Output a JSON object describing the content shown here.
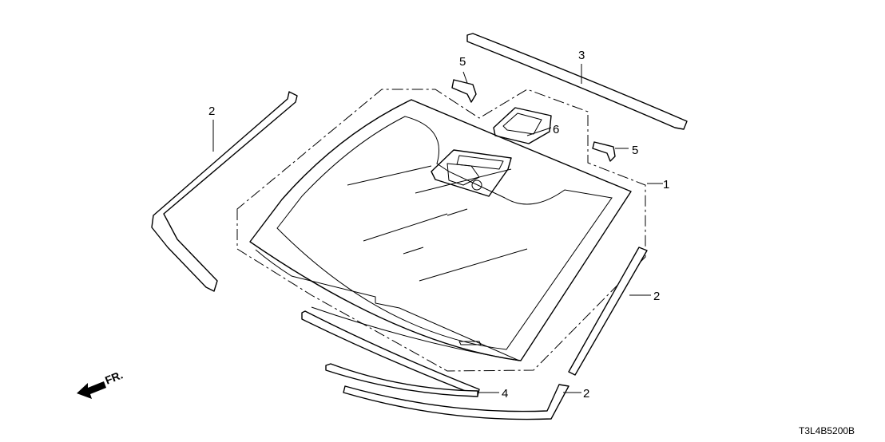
{
  "diagram": {
    "drawing_code": "T3L4B5200B",
    "front_label": "FR.",
    "callouts": {
      "windshield": "1",
      "side_molding_left": "2",
      "side_molding_right": "2",
      "lower_molding_right": "2",
      "upper_molding": "3",
      "dam_rubber": "4",
      "clip_left": "5",
      "clip_right": "5",
      "sensor_bracket": "6"
    }
  }
}
